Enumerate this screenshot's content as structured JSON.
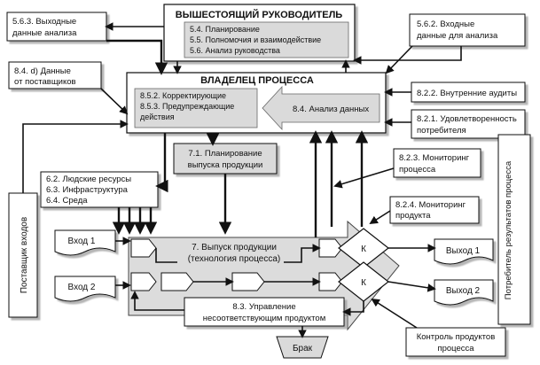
{
  "top_manager": {
    "title": "ВЫШЕСТОЯЩИЙ РУКОВОДИТЕЛЬ",
    "lines": [
      "5.4. Планирование",
      "5.5. Полномочия и взаимодействие",
      "5.6. Анализ руководства"
    ]
  },
  "outputs_analysis": [
    "5.6.3. Выходные",
    "данные анализа"
  ],
  "inputs_analysis": [
    "5.6.2. Входные",
    "данные для анализа"
  ],
  "supplier_data": [
    "8.4. d) Данные",
    "от поставщиков"
  ],
  "process_owner": {
    "title": "ВЛАДЕЛЕЦ ПРОЦЕССА",
    "left_lines": [
      "8.5.2. Корректирующие",
      "8.5.3. Предупреждающие",
      "действия"
    ],
    "right_label": "8.4. Анализ данных"
  },
  "internal_audits": "8.2.2. Внутренние аудиты",
  "customer_satisfaction": [
    "8.2.1. Удовлетворенность",
    "потребителя"
  ],
  "planning": [
    "7.1. Планирование",
    "выпуска продукции"
  ],
  "process_monitoring": [
    "8.2.3. Мониторинг",
    "процесса"
  ],
  "resources": [
    "6.2. Людские ресурсы",
    "6.3. Инфраструктура",
    "6.4. Среда"
  ],
  "product_monitoring": [
    "8.2.4. Мониторинг",
    "продукта"
  ],
  "supplier_inputs": "Поставщик входов",
  "consumer_results": "Потребитель результатов процесса",
  "input1": "Вход 1",
  "input2": "Вход 2",
  "output1": "Выход 1",
  "output2": "Выход 2",
  "production": [
    "7. Выпуск продукции",
    "(технология процесса)"
  ],
  "control_k1": "К",
  "control_k2": "К",
  "nonconforming": [
    "8.3. Управление",
    "несоответствующим продуктом"
  ],
  "defect": "Брак",
  "process_control": [
    "Контроль продуктов",
    "процесса"
  ]
}
